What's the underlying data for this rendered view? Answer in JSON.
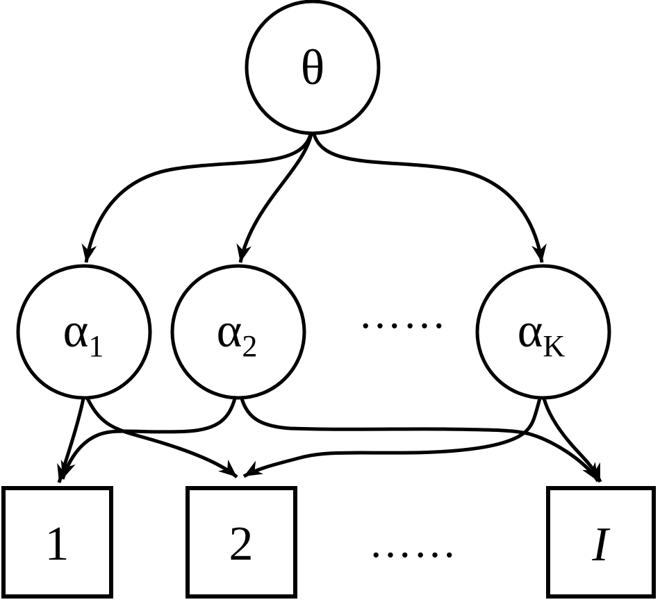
{
  "figure": {
    "type": "graphical-model-diagram",
    "colors": {
      "ink": "#000000",
      "background": "#ffffff"
    },
    "nodes": {
      "theta": {
        "label": "θ",
        "shape": "circle"
      },
      "alpha_1": {
        "base": "α",
        "sub": "1",
        "shape": "circle"
      },
      "alpha_2": {
        "base": "α",
        "sub": "2",
        "shape": "circle"
      },
      "alpha_K": {
        "base": "α",
        "sub": "K",
        "shape": "circle"
      },
      "item_1": {
        "label": "1",
        "shape": "square"
      },
      "item_2": {
        "label": "2",
        "shape": "square"
      },
      "item_I": {
        "label": "I",
        "shape": "square"
      }
    },
    "ellipses": {
      "middle": "……",
      "bottom": "……"
    },
    "edges": [
      {
        "from": "theta",
        "to": "alpha_1"
      },
      {
        "from": "theta",
        "to": "alpha_2"
      },
      {
        "from": "theta",
        "to": "alpha_K"
      },
      {
        "from": "alpha_1",
        "to": "item_1"
      },
      {
        "from": "alpha_1",
        "to": "item_2"
      },
      {
        "from": "alpha_2",
        "to": "item_1"
      },
      {
        "from": "alpha_2",
        "to": "item_I"
      },
      {
        "from": "alpha_K",
        "to": "item_2"
      },
      {
        "from": "alpha_K",
        "to": "item_I"
      }
    ]
  }
}
